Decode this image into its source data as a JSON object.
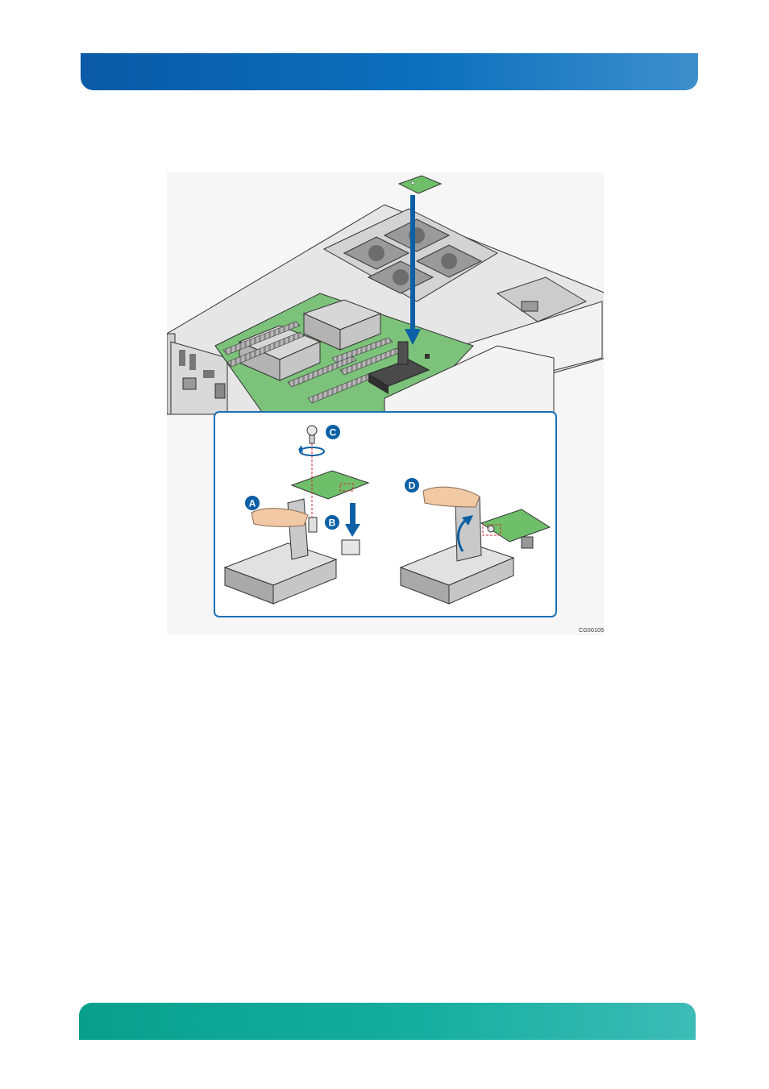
{
  "figure": {
    "code": "CG00105",
    "callouts": {
      "a": "A",
      "b": "B",
      "c": "C",
      "d": "D"
    },
    "colors": {
      "arrow": "#0b5fa5",
      "board": "#6fbf6a",
      "inset_border": "#1a6fb5",
      "guide_line": "#d0262b"
    }
  },
  "banners": {
    "top_color": "#0c6fbc",
    "bottom_color": "#15ae9f"
  }
}
